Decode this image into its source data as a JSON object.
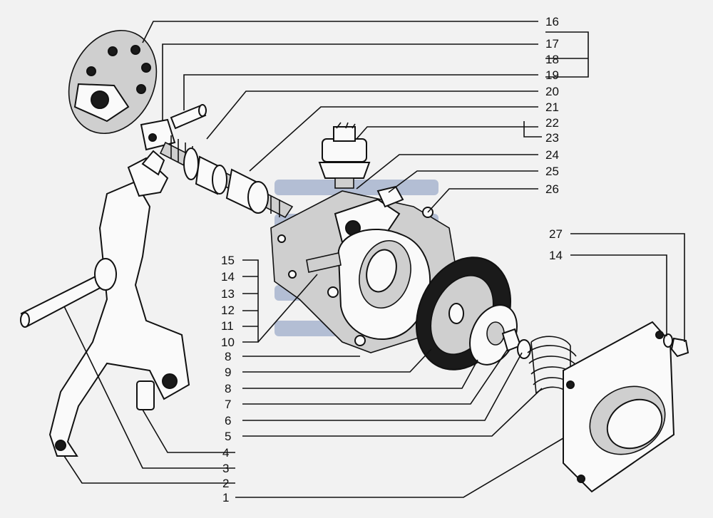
{
  "callouts": [
    {
      "id": "16",
      "label": "16"
    },
    {
      "id": "17",
      "label": "17"
    },
    {
      "id": "18",
      "label": "18"
    },
    {
      "id": "19",
      "label": "19"
    },
    {
      "id": "20",
      "label": "20"
    },
    {
      "id": "21",
      "label": "21"
    },
    {
      "id": "22",
      "label": "22"
    },
    {
      "id": "23",
      "label": "23"
    },
    {
      "id": "24",
      "label": "24"
    },
    {
      "id": "25",
      "label": "25"
    },
    {
      "id": "26",
      "label": "26"
    },
    {
      "id": "27",
      "label": "27"
    },
    {
      "id": "14r",
      "label": "14"
    },
    {
      "id": "15",
      "label": "15"
    },
    {
      "id": "14l",
      "label": "14"
    },
    {
      "id": "13",
      "label": "13"
    },
    {
      "id": "12",
      "label": "12"
    },
    {
      "id": "11",
      "label": "11"
    },
    {
      "id": "10",
      "label": "10"
    },
    {
      "id": "8a",
      "label": "8"
    },
    {
      "id": "9",
      "label": "9"
    },
    {
      "id": "8b",
      "label": "8"
    },
    {
      "id": "7",
      "label": "7"
    },
    {
      "id": "6",
      "label": "6"
    },
    {
      "id": "5",
      "label": "5"
    },
    {
      "id": "4",
      "label": "4"
    },
    {
      "id": "3",
      "label": "3"
    },
    {
      "id": "2",
      "label": "2"
    },
    {
      "id": "1",
      "label": "1"
    }
  ],
  "colors": {
    "line": "#111111",
    "background": "#f2f2f2",
    "watermark": "#3f5f9e"
  }
}
